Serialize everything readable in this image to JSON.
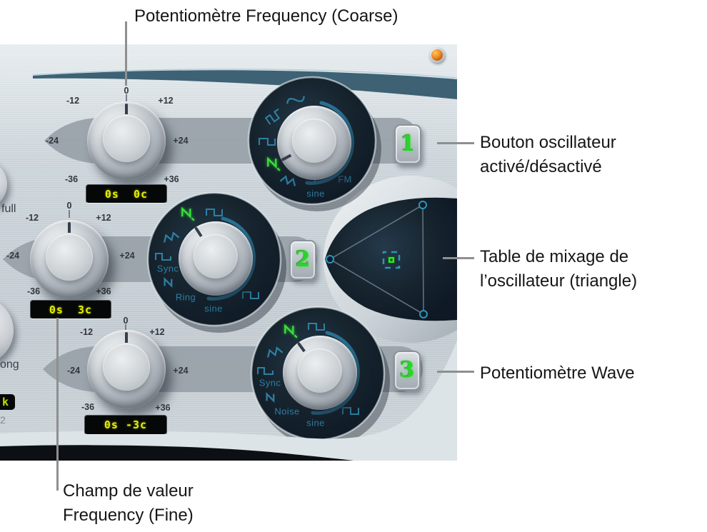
{
  "callouts": {
    "coarse": "Potentiomètre Frequency (Coarse)",
    "osc_button_line1": "Bouton oscillateur",
    "osc_button_line2": "activé/désactivé",
    "mix_line1": "Table de mixage de",
    "mix_line2": "l’oscillateur (triangle)",
    "wave": "Potentiomètre Wave",
    "fine_line1": "Champ de valeur",
    "fine_line2": "Frequency (Fine)"
  },
  "freq_ticks": [
    "0",
    "-12",
    "+12",
    "-24",
    "+24",
    "-36",
    "+36"
  ],
  "oscillators": [
    {
      "number": "1",
      "freq_value": "0s  0c",
      "wave_selected": "sawtooth",
      "labels": {
        "bottom": "sine",
        "fm": "FM"
      }
    },
    {
      "number": "2",
      "freq_value": "0s  3c",
      "wave_selected": "sawtooth",
      "labels": {
        "sync": "Sync",
        "ring": "Ring",
        "bottom": "sine"
      }
    },
    {
      "number": "3",
      "freq_value": "0s -3c",
      "wave_selected": "sawtooth",
      "labels": {
        "sync": "Sync",
        "noise": "Noise",
        "bottom": "sine"
      }
    }
  ],
  "fragments": {
    "full": "full",
    "ong": "ong",
    "k": "k",
    "two": "2"
  },
  "colors": {
    "accent_green": "#2bd42b",
    "dial_teal": "#2e7fa3",
    "lcd_text": "#e4ef00",
    "led_orange": "#f08b1e"
  }
}
